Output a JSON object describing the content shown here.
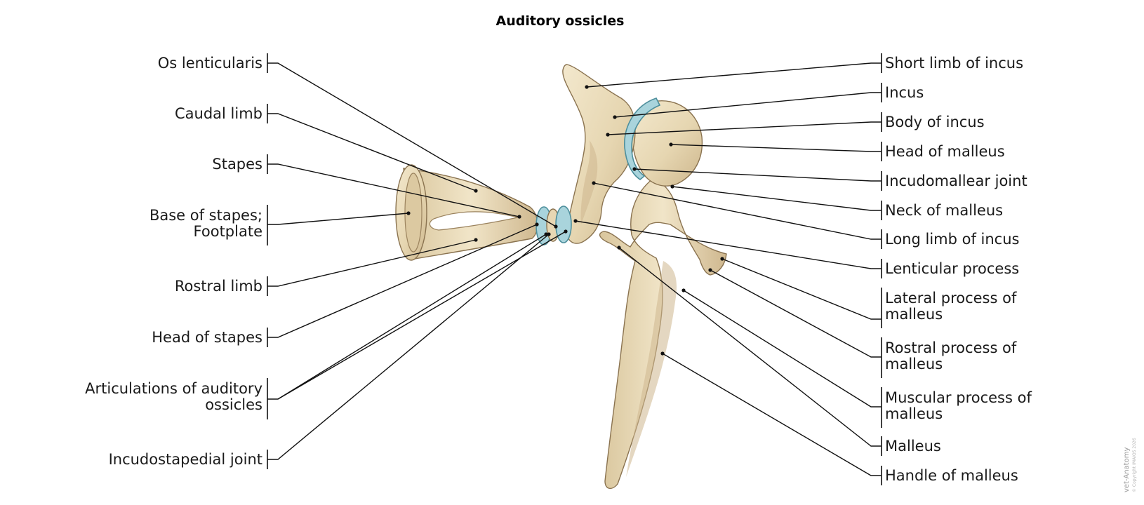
{
  "title": "Auditory ossicles",
  "colors": {
    "bone_light": "#efe2c4",
    "bone_mid": "#dccaa2",
    "bone_outline": "#8a7350",
    "joint_fill": "#a9d4dc",
    "joint_outline": "#4e8f9c",
    "line": "#111111"
  },
  "left_labels": [
    {
      "lines": [
        "Os lenticularis"
      ]
    },
    {
      "lines": [
        "Caudal limb"
      ]
    },
    {
      "lines": [
        "Stapes"
      ]
    },
    {
      "lines": [
        "Base of stapes;",
        "Footplate"
      ]
    },
    {
      "lines": [
        "Rostral limb"
      ]
    },
    {
      "lines": [
        "Head of stapes"
      ]
    },
    {
      "lines": [
        "Articulations of auditory",
        "ossicles"
      ]
    },
    {
      "lines": [
        "Incudostapedial joint"
      ]
    }
  ],
  "right_labels": [
    {
      "lines": [
        "Short limb of incus"
      ]
    },
    {
      "lines": [
        "Incus"
      ]
    },
    {
      "lines": [
        "Body of incus"
      ]
    },
    {
      "lines": [
        "Head of malleus"
      ]
    },
    {
      "lines": [
        "Incudomallear joint"
      ]
    },
    {
      "lines": [
        "Neck of malleus"
      ]
    },
    {
      "lines": [
        "Long limb of incus"
      ]
    },
    {
      "lines": [
        "Lenticular process"
      ]
    },
    {
      "lines": [
        "Lateral process of",
        "malleus"
      ]
    },
    {
      "lines": [
        "Rostral process of",
        "malleus"
      ]
    },
    {
      "lines": [
        "Muscular process of",
        "malleus"
      ]
    },
    {
      "lines": [
        "Malleus"
      ]
    },
    {
      "lines": [
        "Handle of malleus"
      ]
    }
  ],
  "watermark": {
    "brand": "vet-Anatomy",
    "copyright": "© Copyright IMAIOS 2026"
  }
}
